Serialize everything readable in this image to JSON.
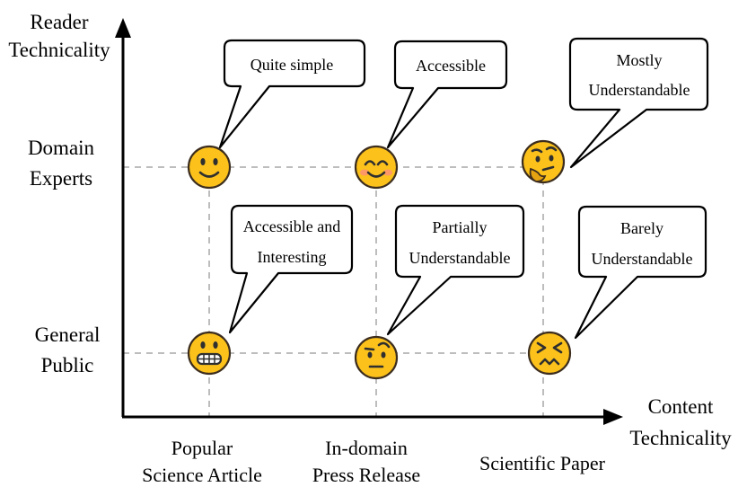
{
  "axes": {
    "y_title_line1": "Reader",
    "y_title_line2": "Technicality",
    "x_title_line1": "Content",
    "x_title_line2": "Technicality"
  },
  "rows": [
    {
      "line1": "Domain",
      "line2": "Experts"
    },
    {
      "line1": "General",
      "line2": "Public"
    }
  ],
  "columns": [
    {
      "line1": "Popular",
      "line2": "Science Article"
    },
    {
      "line1": "In-domain",
      "line2": "Press Release"
    },
    {
      "line1": "Scientific Paper",
      "line2": ""
    }
  ],
  "cells": [
    {
      "row": "Domain Experts",
      "column": "Popular Science Article",
      "line1": "Quite simple",
      "line2": "",
      "emoji": "slightly-smiling-face-icon"
    },
    {
      "row": "Domain Experts",
      "column": "In-domain Press Release",
      "line1": "Accessible",
      "line2": "",
      "emoji": "blushing-smiling-face-icon"
    },
    {
      "row": "Domain Experts",
      "column": "Scientific Paper",
      "line1": "Mostly",
      "line2": "Understandable",
      "emoji": "thinking-face-icon"
    },
    {
      "row": "General Public",
      "column": "Popular Science Article",
      "line1": "Accessible and",
      "line2": "Interesting",
      "emoji": "grinning-face-icon"
    },
    {
      "row": "General Public",
      "column": "In-domain Press Release",
      "line1": "Partially",
      "line2": "Understandable",
      "emoji": "face-with-raised-eyebrow-icon"
    },
    {
      "row": "General Public",
      "column": "Scientific Paper",
      "line1": "Barely",
      "line2": "Understandable",
      "emoji": "confounded-face-icon"
    }
  ],
  "colors": {
    "emoji_fill": "#fcc21b",
    "grid": "#bdbdbd",
    "axis": "#000000"
  }
}
